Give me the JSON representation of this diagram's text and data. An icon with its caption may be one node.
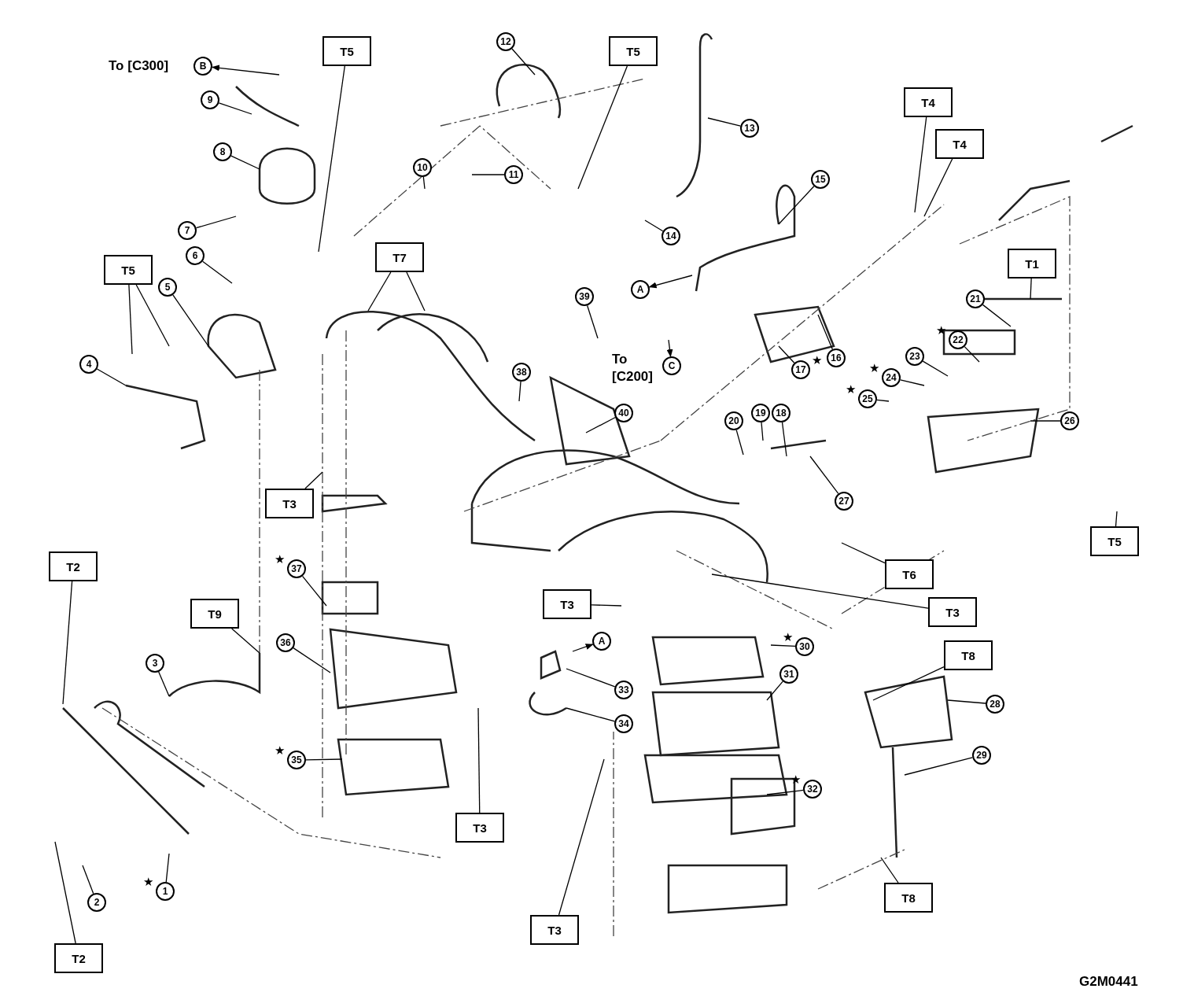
{
  "diagram": {
    "nodes": [
      {
        "text": [
          "1"
        ],
        "beside": [
          "★"
        ]
      },
      {
        "text": [
          "2"
        ]
      },
      {
        "text": [
          "3"
        ]
      },
      {
        "text": [
          "4"
        ]
      },
      {
        "text": [
          "5"
        ]
      },
      {
        "text": [
          "6"
        ]
      },
      {
        "text": [
          "7"
        ]
      },
      {
        "text": [
          "8"
        ]
      },
      {
        "text": [
          "9"
        ]
      },
      {
        "text": [
          "10"
        ]
      },
      {
        "text": [
          "11"
        ]
      },
      {
        "text": [
          "12"
        ]
      },
      {
        "text": [
          "13"
        ]
      },
      {
        "text": [
          "14"
        ]
      },
      {
        "text": [
          "15"
        ]
      },
      {
        "text": [
          "16"
        ]
      },
      {
        "text": [
          "17"
        ],
        "beside": [
          "★"
        ]
      },
      {
        "text": [
          "18"
        ]
      },
      {
        "text": [
          "19"
        ]
      },
      {
        "text": [
          "20"
        ]
      },
      {
        "text": [
          "21"
        ]
      },
      {
        "text": [
          "22"
        ],
        "beside": [
          "★"
        ]
      },
      {
        "text": [
          "23"
        ]
      },
      {
        "text": [
          "24"
        ],
        "beside": [
          "★"
        ]
      },
      {
        "text": [
          "25"
        ],
        "beside": [
          "★"
        ]
      },
      {
        "text": [
          "26"
        ]
      },
      {
        "text": [
          "27"
        ]
      },
      {
        "text": [
          "28"
        ]
      },
      {
        "text": [
          "29"
        ]
      },
      {
        "text": [
          "30"
        ],
        "beside": [
          "★"
        ]
      },
      {
        "text": [
          "31"
        ]
      },
      {
        "text": [
          "32"
        ],
        "beside": [
          "★"
        ]
      },
      {
        "text": [
          "33"
        ]
      },
      {
        "text": [
          "34"
        ]
      },
      {
        "text": [
          "35"
        ],
        "beside": [
          "★"
        ]
      },
      {
        "text": [
          "36"
        ]
      },
      {
        "text": [
          "37"
        ],
        "beside": [
          "★"
        ]
      },
      {
        "text": [
          "38"
        ]
      },
      {
        "text": [
          "39"
        ]
      },
      {
        "text": [
          "40"
        ]
      },
      {
        "text": [
          "T5"
        ]
      },
      {
        "text": [
          "T5"
        ]
      },
      {
        "text": [
          "T4"
        ]
      },
      {
        "text": [
          "T4"
        ]
      },
      {
        "text": [
          "T5"
        ]
      },
      {
        "text": [
          "T7"
        ]
      },
      {
        "text": [
          "T1"
        ]
      },
      {
        "text": [
          "T3"
        ]
      },
      {
        "text": [
          "T2"
        ]
      },
      {
        "text": [
          "T9"
        ]
      },
      {
        "text": [
          "T3"
        ]
      },
      {
        "text": [
          "T3"
        ]
      },
      {
        "text": [
          "T6"
        ]
      },
      {
        "text": [
          "T5"
        ]
      },
      {
        "text": [
          "T8"
        ]
      },
      {
        "text": [
          "T3"
        ]
      },
      {
        "text": [
          "T3"
        ]
      },
      {
        "text": [
          "T2"
        ]
      },
      {
        "text": [
          "T8"
        ]
      },
      {
        "text": [
          "B"
        ]
      },
      {
        "text": [
          "A"
        ]
      },
      {
        "text": [
          "C"
        ]
      },
      {
        "text": [
          "A"
        ]
      }
    ],
    "edges": [
      {
        "from": 0,
        "to": null,
        "arrow": "none"
      },
      {
        "from": 1,
        "to": null,
        "arrow": "none"
      },
      {
        "from": 2,
        "to": null,
        "arrow": "none"
      },
      {
        "from": 3,
        "to": null,
        "arrow": "none"
      },
      {
        "from": 4,
        "to": null,
        "arrow": "none"
      },
      {
        "from": 5,
        "to": null,
        "arrow": "none"
      },
      {
        "from": 6,
        "to": null,
        "arrow": "none"
      },
      {
        "from": 7,
        "to": null,
        "arrow": "none"
      },
      {
        "from": 8,
        "to": null,
        "arrow": "none"
      },
      {
        "from": 9,
        "to": null,
        "arrow": "none"
      },
      {
        "from": 10,
        "to": null,
        "arrow": "none"
      },
      {
        "from": 11,
        "to": null,
        "arrow": "none"
      },
      {
        "from": 12,
        "to": null,
        "arrow": "none"
      },
      {
        "from": 13,
        "to": null,
        "arrow": "none"
      },
      {
        "from": 14,
        "to": null,
        "arrow": "none"
      },
      {
        "from": 15,
        "to": null,
        "arrow": "none"
      },
      {
        "from": 16,
        "to": null,
        "arrow": "none"
      },
      {
        "from": 17,
        "to": null,
        "arrow": "none"
      },
      {
        "from": 18,
        "to": null,
        "arrow": "none"
      },
      {
        "from": 19,
        "to": null,
        "arrow": "none"
      },
      {
        "from": 20,
        "to": null,
        "arrow": "none"
      },
      {
        "from": 21,
        "to": null,
        "arrow": "none"
      },
      {
        "from": 22,
        "to": null,
        "arrow": "none"
      },
      {
        "from": 23,
        "to": null,
        "arrow": "none"
      },
      {
        "from": 24,
        "to": null,
        "arrow": "none"
      },
      {
        "from": 25,
        "to": null,
        "arrow": "none"
      },
      {
        "from": 26,
        "to": null,
        "arrow": "none"
      },
      {
        "from": 27,
        "to": null,
        "arrow": "none"
      },
      {
        "from": 28,
        "to": null,
        "arrow": "none"
      },
      {
        "from": 29,
        "to": null,
        "arrow": "none"
      },
      {
        "from": 30,
        "to": null,
        "arrow": "none"
      },
      {
        "from": 31,
        "to": null,
        "arrow": "none"
      },
      {
        "from": 32,
        "to": null,
        "arrow": "none"
      },
      {
        "from": 33,
        "to": null,
        "arrow": "none"
      },
      {
        "from": 34,
        "to": null,
        "arrow": "none"
      },
      {
        "from": 35,
        "to": null,
        "arrow": "none"
      },
      {
        "from": 36,
        "to": null,
        "arrow": "none"
      },
      {
        "from": 37,
        "to": null,
        "arrow": "none"
      },
      {
        "from": 38,
        "to": null,
        "arrow": "none"
      },
      {
        "from": 39,
        "to": null,
        "arrow": "none"
      },
      {
        "from": 40,
        "to": null,
        "arrow": "none"
      },
      {
        "from": 41,
        "to": null,
        "arrow": "none"
      },
      {
        "from": 42,
        "to": null,
        "arrow": "none"
      },
      {
        "from": 43,
        "to": null,
        "arrow": "none"
      },
      {
        "from": 44,
        "to": null,
        "arrow": "none"
      },
      {
        "from": 44,
        "to": null,
        "arrow": "none"
      },
      {
        "from": 45,
        "to": null,
        "arrow": "none"
      },
      {
        "from": 45,
        "to": null,
        "arrow": "none"
      },
      {
        "from": 46,
        "to": null,
        "arrow": "none"
      },
      {
        "from": 47,
        "to": null,
        "arrow": "none"
      },
      {
        "from": 48,
        "to": null,
        "arrow": "none"
      },
      {
        "from": 49,
        "to": null,
        "arrow": "none"
      },
      {
        "from": 50,
        "to": null,
        "arrow": "none"
      },
      {
        "from": 51,
        "to": null,
        "arrow": "none"
      },
      {
        "from": 52,
        "to": null,
        "arrow": "none"
      },
      {
        "from": 53,
        "to": null,
        "arrow": "none"
      },
      {
        "from": 54,
        "to": null,
        "arrow": "none"
      },
      {
        "from": 55,
        "to": null,
        "arrow": "none"
      },
      {
        "from": 56,
        "to": null,
        "arrow": "none"
      },
      {
        "from": 57,
        "to": null,
        "arrow": "none"
      },
      {
        "from": 58,
        "to": null,
        "arrow": "none"
      },
      {
        "from": null,
        "to": 59,
        "arrow": "to"
      },
      {
        "from": null,
        "to": 60,
        "arrow": "to"
      },
      {
        "from": null,
        "to": 61,
        "arrow": "to"
      },
      {
        "from": null,
        "to": 62,
        "arrow": "to"
      }
    ],
    "labels": [
      "To [C300]",
      "To [C200]",
      "G2M0441"
    ]
  }
}
